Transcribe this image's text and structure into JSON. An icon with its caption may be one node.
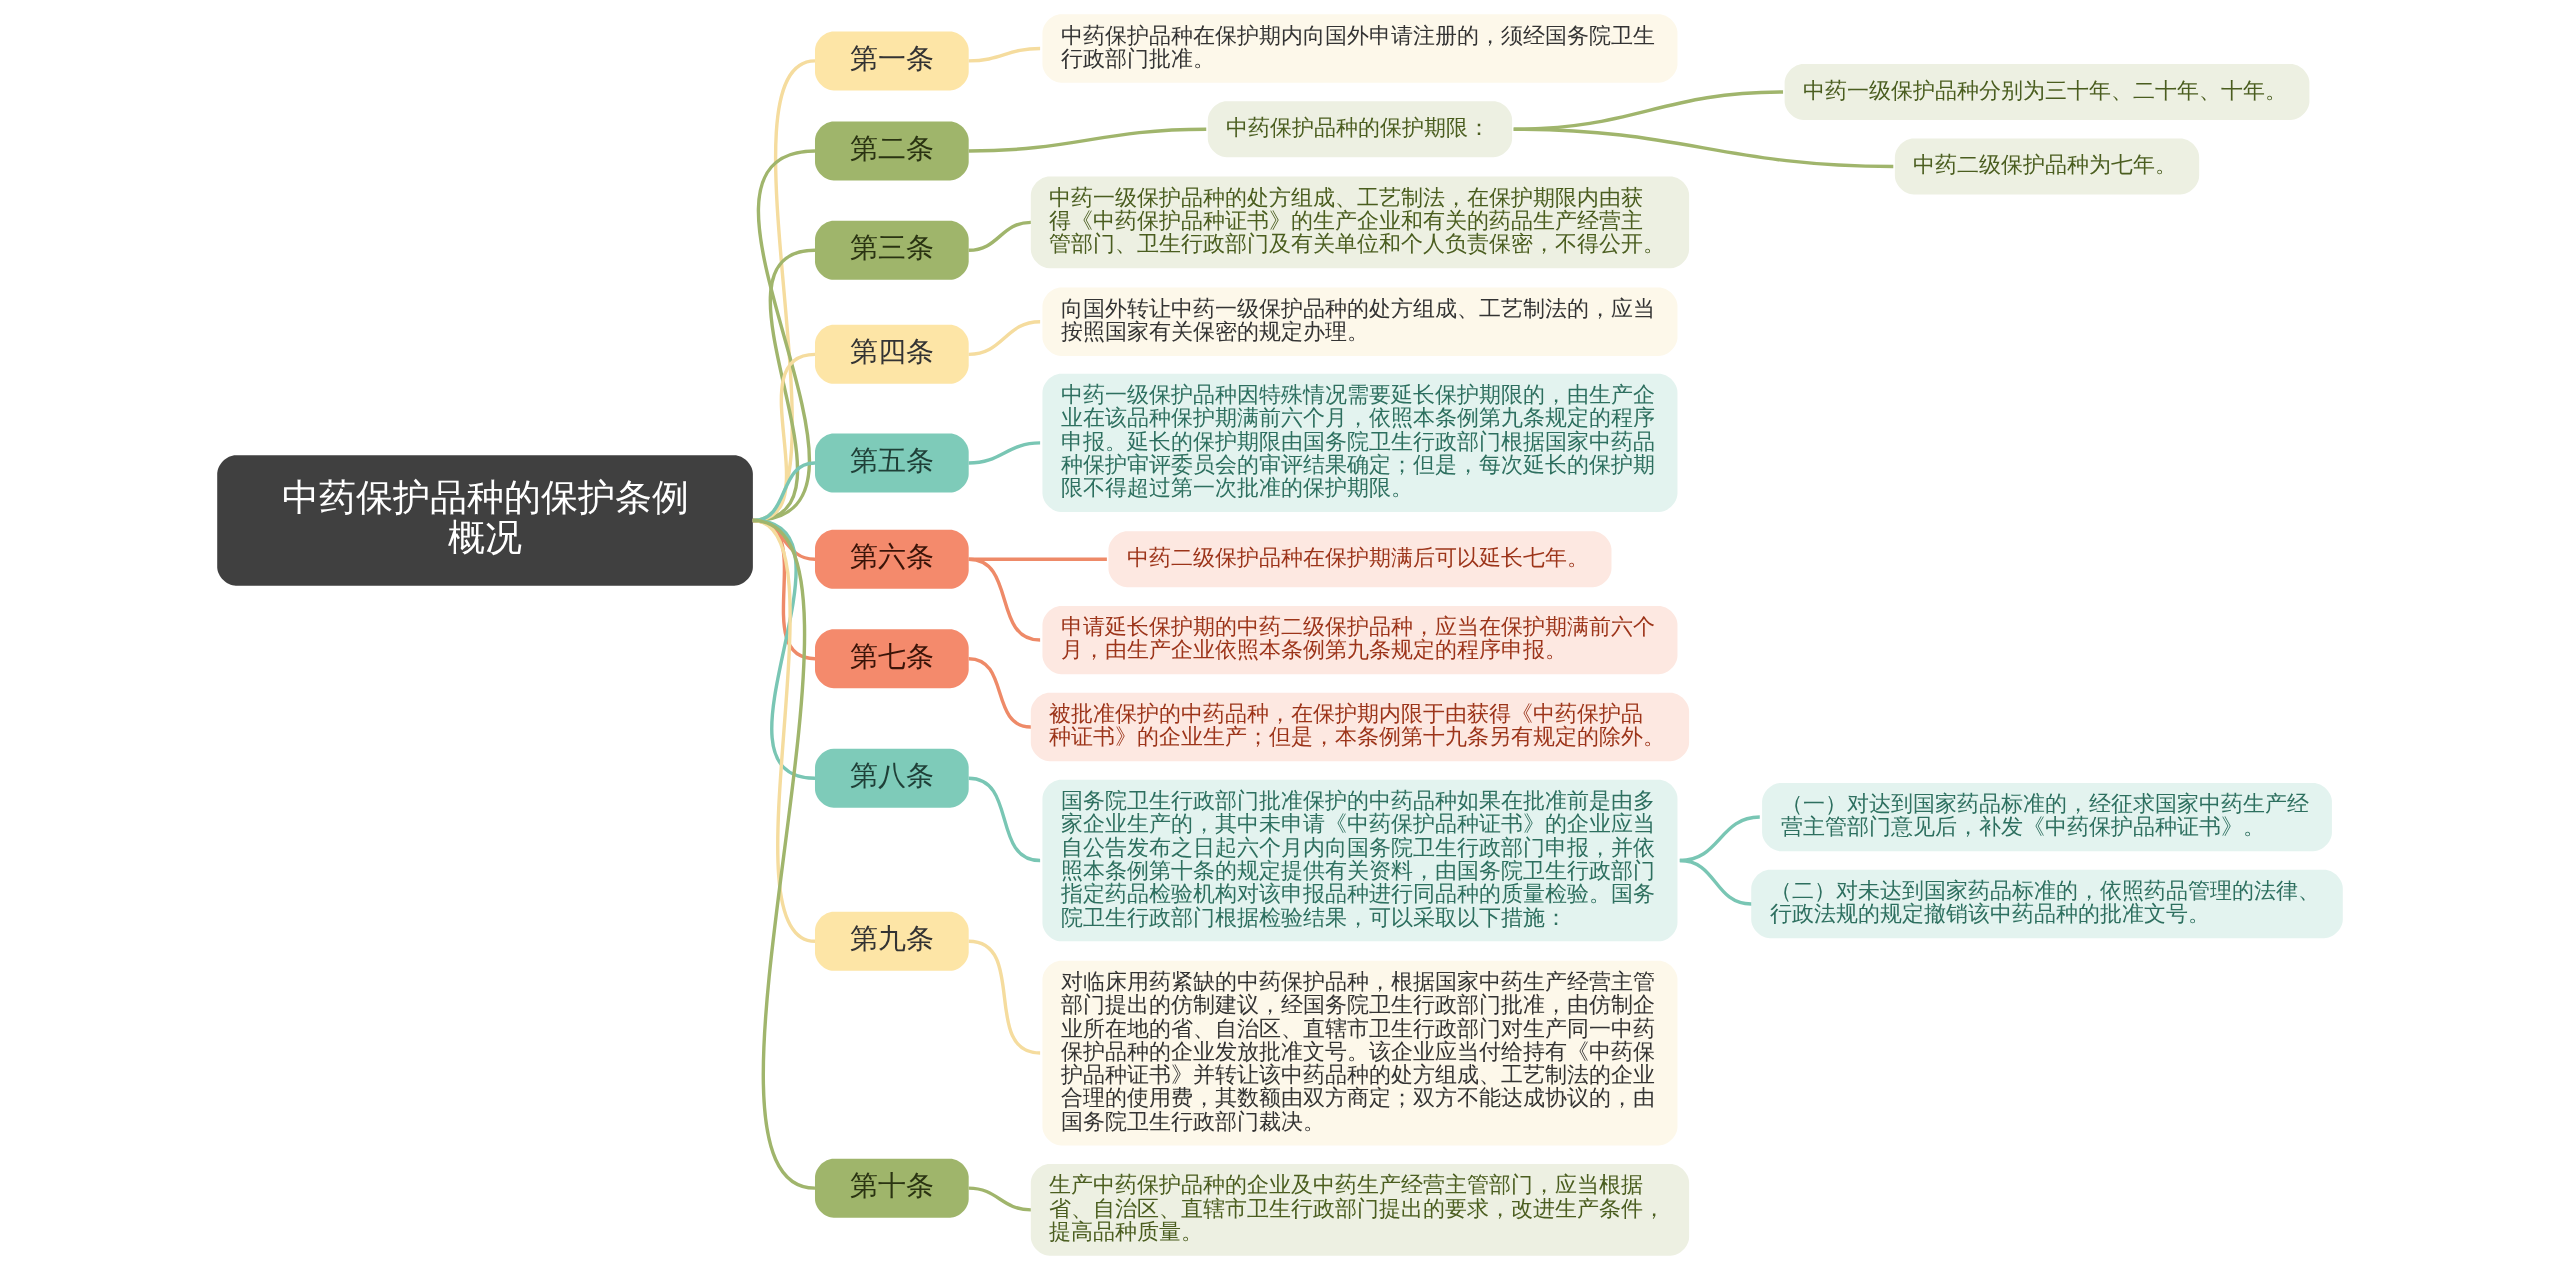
{
  "diagram": {
    "nodes": [
      {
        "text": [
          "中药保护品种的保护条例概况"
        ]
      },
      {
        "text": [
          "第一条"
        ]
      },
      {
        "text": [
          "中药保护品种在保护期内向国外申请注册的，须经国务院卫生行政部门批准。"
        ]
      },
      {
        "text": [
          "第二条"
        ]
      },
      {
        "text": [
          "中药保护品种的保护期限："
        ]
      },
      {
        "text": [
          "中药一级保护品种分别为三十年、二十年、十年。"
        ]
      },
      {
        "text": [
          "中药二级保护品种为七年。"
        ]
      },
      {
        "text": [
          "第三条"
        ]
      },
      {
        "text": [
          "中药一级保护品种的处方组成、工艺制法，在保护期限内由获得《中药保护品种证书》的生产企业和有关的药品生产经营主管部门、卫生行政部门及有关单位和个人负责保密，不得公开。"
        ]
      },
      {
        "text": [
          "第四条"
        ]
      },
      {
        "text": [
          "向国外转让中药一级保护品种的处方组成、工艺制法的，应当按照国家有关保密的规定办理。"
        ]
      },
      {
        "text": [
          "第五条"
        ]
      },
      {
        "text": [
          "中药一级保护品种因特殊情况需要延长保护期限的，由生产企业在该品种保护期满前六个月，依照本条例第九条规定的程序申报。延长的保护期限由国务院卫生行政部门根据国家中药品种保护审评委员会的审评结果确定；但是，每次延长的保护期限不得超过第一次批准的保护期限。"
        ]
      },
      {
        "text": [
          "第六条"
        ]
      },
      {
        "text": [
          "中药二级保护品种在保护期满后可以延长七年。"
        ]
      },
      {
        "text": [
          "申请延长保护期的中药二级保护品种，应当在保护期满前六个月，由生产企业依照本条例第九条规定的程序申报。"
        ]
      },
      {
        "text": [
          "第七条"
        ]
      },
      {
        "text": [
          "被批准保护的中药品种，在保护期内限于由获得《中药保护品种证书》的企业生产；但是，本条例第十九条另有规定的除外。"
        ]
      },
      {
        "text": [
          "第八条"
        ]
      },
      {
        "text": [
          "国务院卫生行政部门批准保护的中药品种如果在批准前是由多家企业生产的，其中未申请《中药保护品种证书》的企业应当自公告发布之日起六个月内向国务院卫生行政部门申报，并依照本条例第十条的规定提供有关资料，由国务院卫生行政部门指定药品检验机构对该申报品种进行同品种的质量检验。国务院卫生行政部门根据检验结果，可以采取以下措施："
        ]
      },
      {
        "text": [
          "（一）对达到国家药品标准的，经征求国家中药生产经营主管部门意见后，补发《中药保护品种证书》。"
        ]
      },
      {
        "text": [
          "（二）对未达到国家药品标准的，依照药品管理的法律、行政法规的规定撤销该中药品种的批准文号。"
        ]
      },
      {
        "text": [
          "第九条"
        ]
      },
      {
        "text": [
          "对临床用药紧缺的中药保护品种，根据国家中药生产经营主管部门提出的仿制建议，经国务院卫生行政部门批准，由仿制企业所在地的省、自治区、直辖市卫生行政部门对生产同一中药保护品种的企业发放批准文号。该企业应当付给持有《中药保护品种证书》并转让该中药品种的处方组成、工艺制法的企业合理的使用费，其数额由双方商定；双方不能达成协议的，由国务院卫生行政部门裁决。"
        ]
      },
      {
        "text": [
          "第十条"
        ]
      },
      {
        "text": [
          "生产中药保护品种的企业及中药生产经营主管部门，应当根据省、自治区、直辖市卫生行政部门提出的要求，改进生产条件，提高品种质量。"
        ]
      }
    ],
    "edges": [
      {
        "from": 0,
        "to": 1,
        "arrow": "none",
        "color": "#f5dc9e"
      },
      {
        "from": 1,
        "to": 2,
        "arrow": "none",
        "color": "#f5dc9e"
      },
      {
        "from": 0,
        "to": 3,
        "arrow": "none"
      },
      {
        "from": 3,
        "to": 4,
        "arrow": "none"
      },
      {
        "from": 4,
        "to": 5,
        "arrow": "none"
      },
      {
        "from": 4,
        "to": 6,
        "arrow": "none"
      },
      {
        "from": 0,
        "to": 7,
        "arrow": "none"
      },
      {
        "from": 7,
        "to": 8,
        "arrow": "none"
      },
      {
        "from": 0,
        "to": 9,
        "arrow": "none",
        "color": "#f5dc9e"
      },
      {
        "from": 9,
        "to": 10,
        "arrow": "none",
        "color": "#f5dc9e"
      },
      {
        "from": 0,
        "to": 11,
        "arrow": "none",
        "color": "#79c6b4"
      },
      {
        "from": 11,
        "to": 12,
        "arrow": "none",
        "color": "#79c6b4"
      },
      {
        "from": 0,
        "to": 13,
        "arrow": "none",
        "color": "#ee8a68"
      },
      {
        "from": 13,
        "to": 14,
        "arrow": "none",
        "color": "#ee8a68"
      },
      {
        "from": 13,
        "to": 15,
        "arrow": "none",
        "color": "#ee8a68"
      },
      {
        "from": 0,
        "to": 16,
        "arrow": "none",
        "color": "#ee8a68"
      },
      {
        "from": 16,
        "to": 17,
        "arrow": "none",
        "color": "#ee8a68"
      },
      {
        "from": 0,
        "to": 18,
        "arrow": "none",
        "color": "#79c6b4"
      },
      {
        "from": 18,
        "to": 19,
        "arrow": "none",
        "color": "#79c6b4"
      },
      {
        "from": 19,
        "to": 20,
        "arrow": "none",
        "color": "#79c6b4"
      },
      {
        "from": 19,
        "to": 21,
        "arrow": "none",
        "color": "#79c6b4"
      },
      {
        "from": 0,
        "to": 22,
        "arrow": "none",
        "color": "#f5dc9e"
      },
      {
        "from": 22,
        "to": 23,
        "arrow": "none",
        "color": "#f5dc9e"
      },
      {
        "from": 0,
        "to": 24,
        "arrow": "none"
      },
      {
        "from": 24,
        "to": 25,
        "arrow": "none"
      }
    ]
  }
}
